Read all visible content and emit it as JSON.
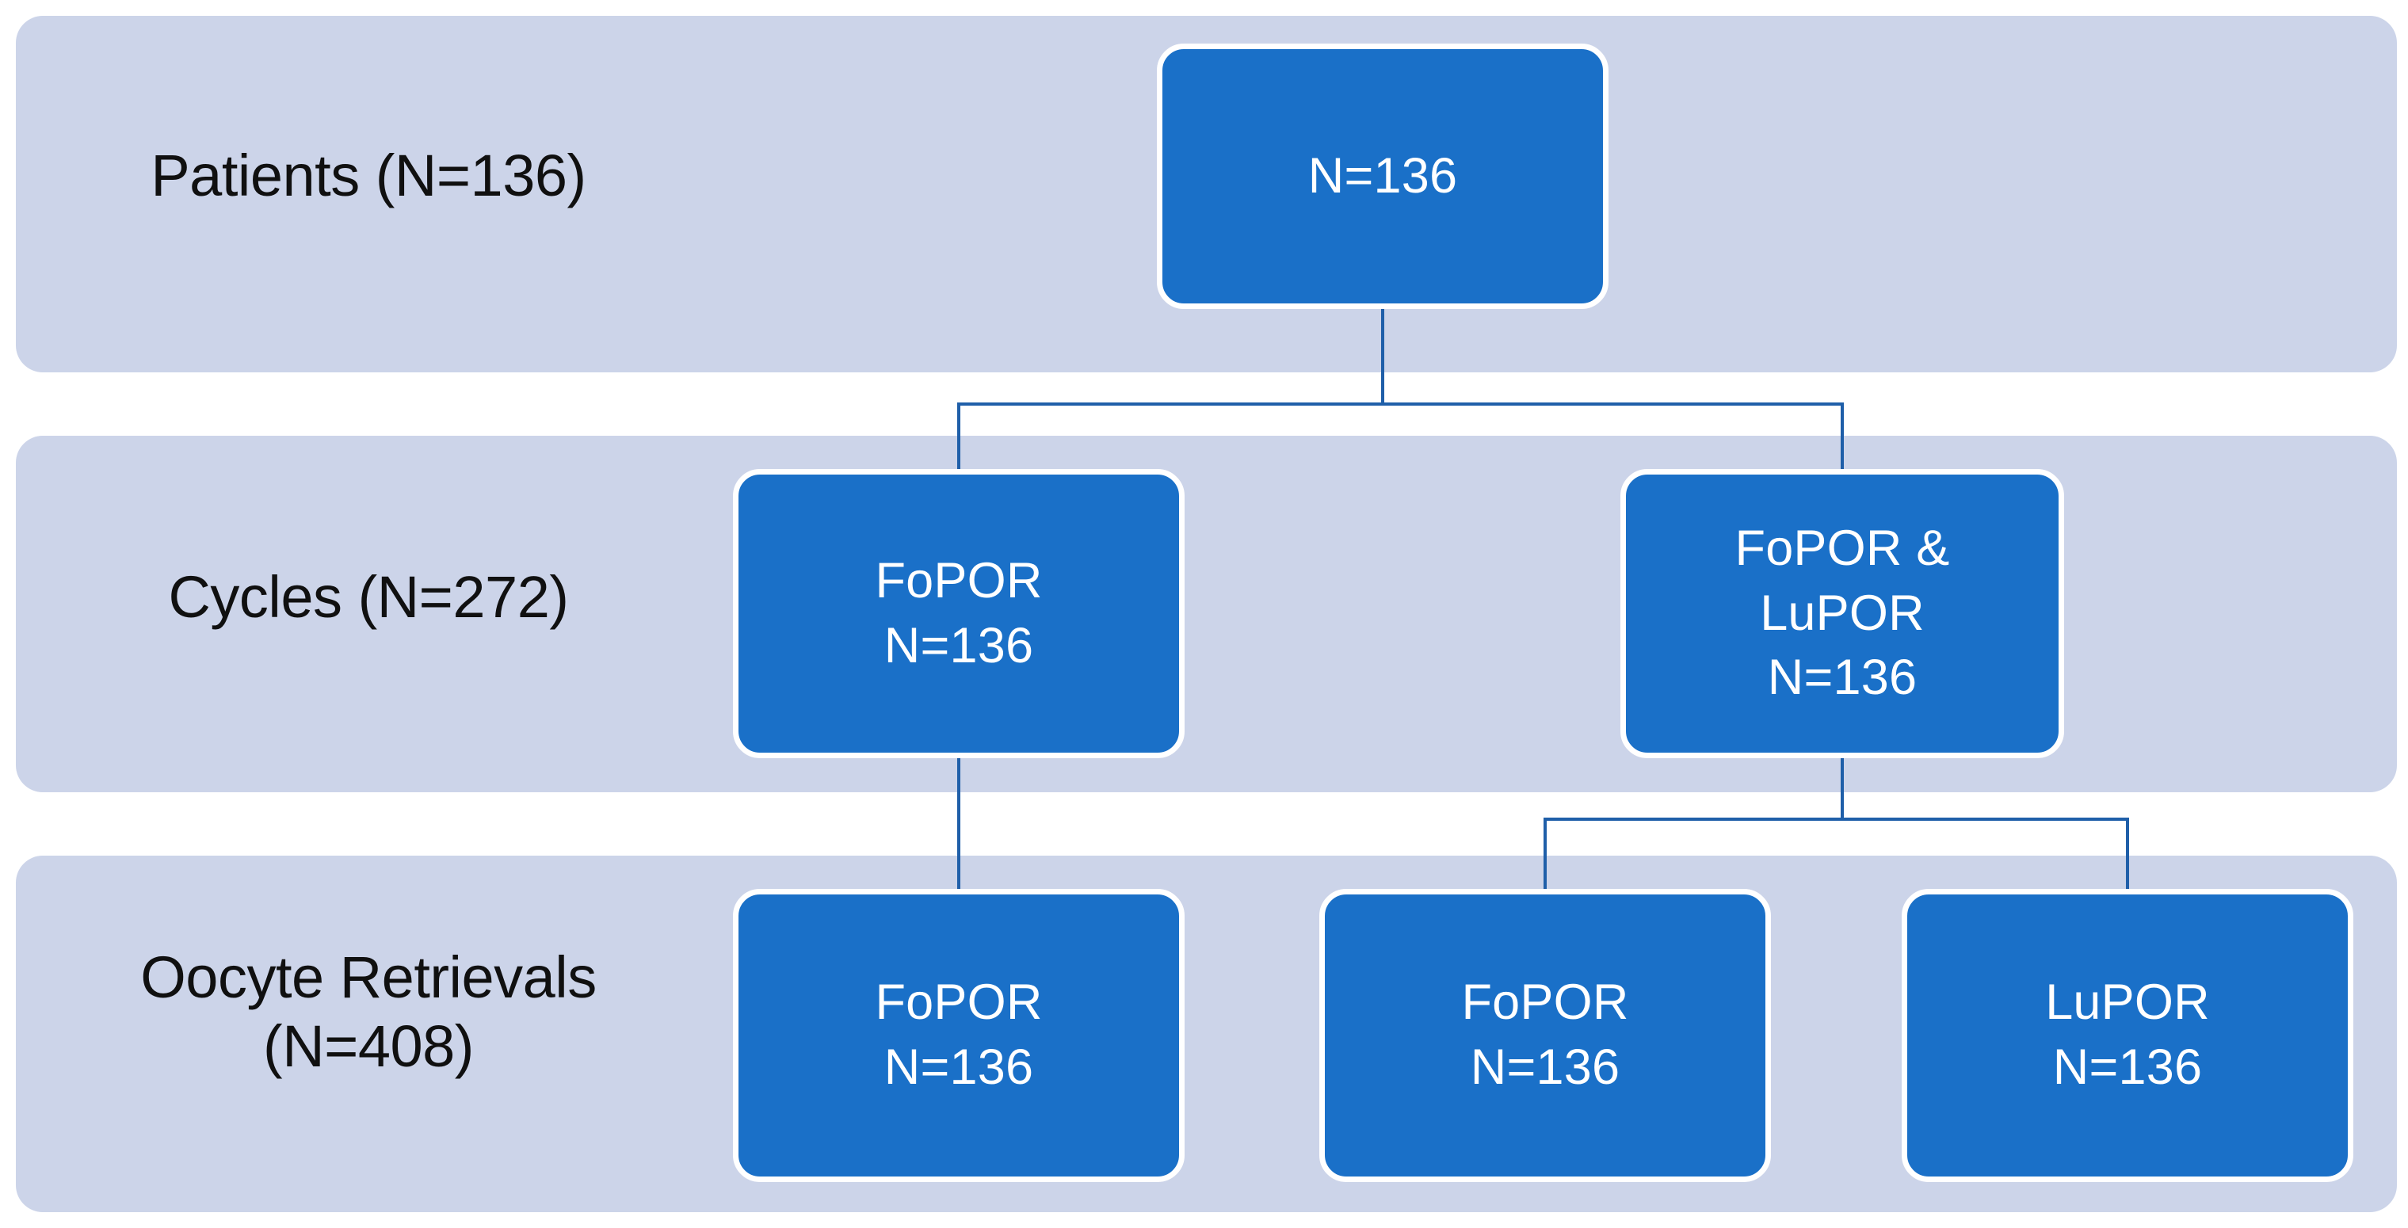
{
  "figure": {
    "type": "flowchart",
    "orientation": "top-down",
    "colors": {
      "band_background": "#ccd4e9",
      "node_fill": "#1a70c8",
      "node_border": "#ffffff",
      "node_text": "#ffffff",
      "connector": "#1f5fa9",
      "label_text": "#101010",
      "page_background": "#ffffff"
    }
  },
  "stages": [
    {
      "id": "patients",
      "label": "Patients (N=136)",
      "n": 136
    },
    {
      "id": "cycles",
      "label": "Cycles (N=272)",
      "n": 272
    },
    {
      "id": "oocyte_retrievals",
      "label": "Oocyte Retrievals\n(N=408)",
      "n": 408
    }
  ],
  "nodes": {
    "root": {
      "text": "N=136",
      "n": 136,
      "stage": "patients"
    },
    "cycle_1": {
      "text": "FoPOR\nN=136",
      "group": "FoPOR",
      "n": 136,
      "stage": "cycles"
    },
    "cycle_2": {
      "text": "FoPOR &\nLuPOR\nN=136",
      "group": "FoPOR & LuPOR",
      "n": 136,
      "stage": "cycles"
    },
    "retrieval_1": {
      "text": "FoPOR\nN=136",
      "group": "FoPOR",
      "n": 136,
      "stage": "oocyte_retrievals"
    },
    "retrieval_2": {
      "text": "FoPOR\nN=136",
      "group": "FoPOR",
      "n": 136,
      "stage": "oocyte_retrievals"
    },
    "retrieval_3": {
      "text": "LuPOR\nN=136",
      "group": "LuPOR",
      "n": 136,
      "stage": "oocyte_retrievals"
    }
  },
  "edges": [
    {
      "from": "root",
      "to": "cycle_1"
    },
    {
      "from": "root",
      "to": "cycle_2"
    },
    {
      "from": "cycle_1",
      "to": "retrieval_1"
    },
    {
      "from": "cycle_2",
      "to": "retrieval_2"
    },
    {
      "from": "cycle_2",
      "to": "retrieval_3"
    }
  ]
}
